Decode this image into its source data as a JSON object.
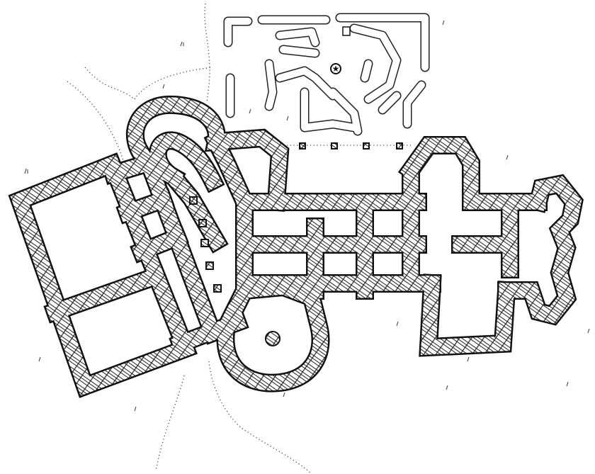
{
  "map": {
    "style": "hand-drawn black ink floor plan",
    "colors": {
      "ink": "#111111",
      "paper": "#ffffff",
      "hatch": "#222222"
    },
    "features": [
      "castle-floor-plan",
      "hedge-maze-garden",
      "round-towers",
      "dotted-trails",
      "pillars"
    ],
    "icons": {
      "maze_center": "star-icon"
    }
  }
}
